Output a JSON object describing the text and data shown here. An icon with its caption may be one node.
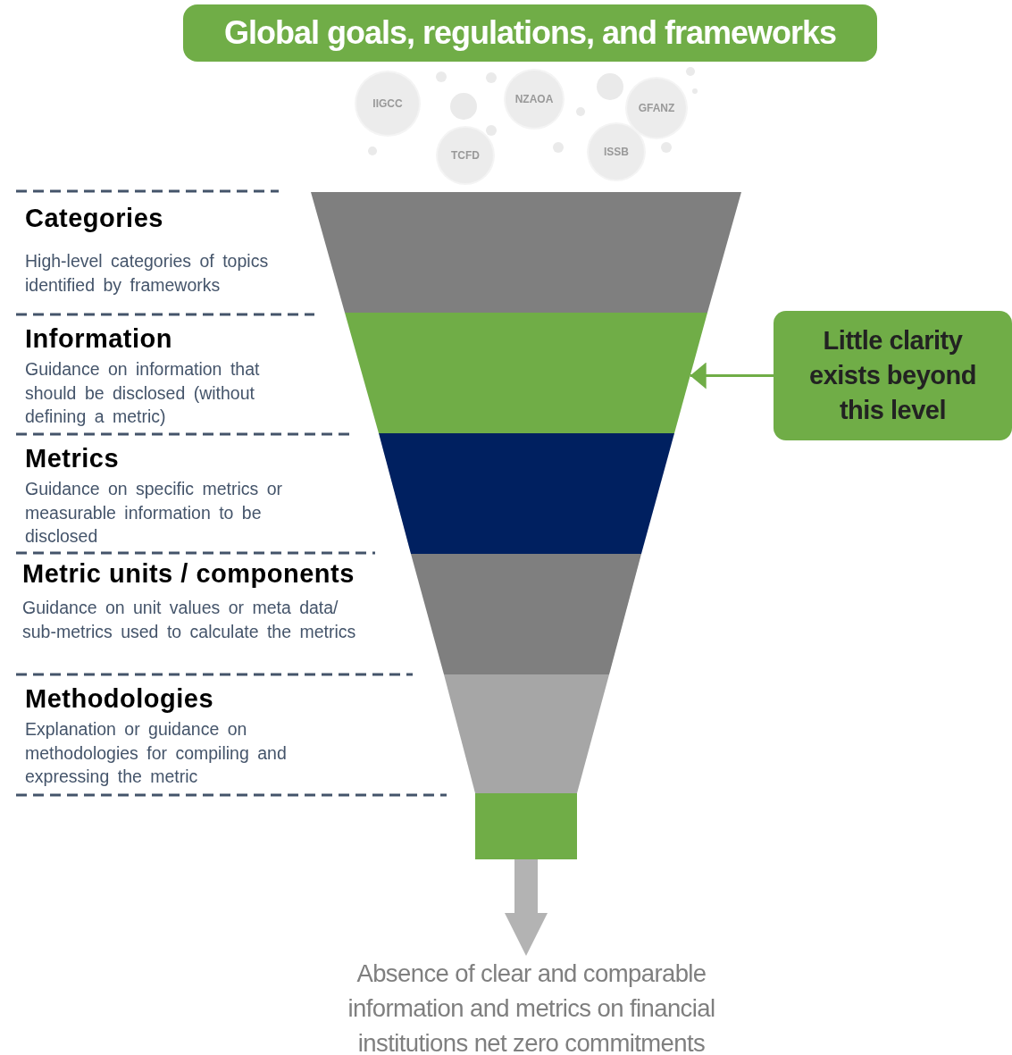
{
  "diagram": {
    "nodes": [
      {
        "text": [
          "Global goals, regulations, and frameworks"
        ]
      },
      {
        "text": [
          "IIGCC"
        ]
      },
      {
        "text": [
          "TCFD"
        ]
      },
      {
        "text": [
          "NZAOA"
        ]
      },
      {
        "text": [
          "ISSB"
        ]
      },
      {
        "text": [
          "GFANZ"
        ]
      },
      {
        "text": [
          "Categories",
          "High-level categories of topics identified by frameworks"
        ]
      },
      {
        "text": [],
        "shape": "trapezoid"
      },
      {
        "text": [
          "Information",
          "Guidance on information that should be disclosed (without defining a metric)"
        ]
      },
      {
        "text": [],
        "shape": "trapezoid"
      },
      {
        "text": [
          "Metrics",
          "Guidance on specific metrics or measurable information to be disclosed"
        ]
      },
      {
        "text": [],
        "shape": "trapezoid"
      },
      {
        "text": [
          "Metric units / components",
          "Guidance on unit values or meta data/ sub-metrics used to calculate the metrics"
        ]
      },
      {
        "text": [],
        "shape": "trapezoid"
      },
      {
        "text": [
          "Methodologies",
          "Explanation or guidance on methodologies for compiling and expressing the metric"
        ]
      },
      {
        "text": [],
        "shape": "trapezoid"
      },
      {
        "text": [],
        "shape": "box"
      },
      {
        "text": [
          "Little clarity exists beyond this level"
        ]
      },
      {
        "text": [
          "Absence of clear and comparable information and metrics on financial institutions net zero commitments"
        ]
      }
    ],
    "edges": [
      {
        "from": 17,
        "to": 9,
        "arrow": "to",
        "color": "#70ad47"
      },
      {
        "from": 16,
        "to": 18,
        "arrow": "to",
        "style": "thick",
        "color": "#b3b3b3"
      }
    ]
  }
}
